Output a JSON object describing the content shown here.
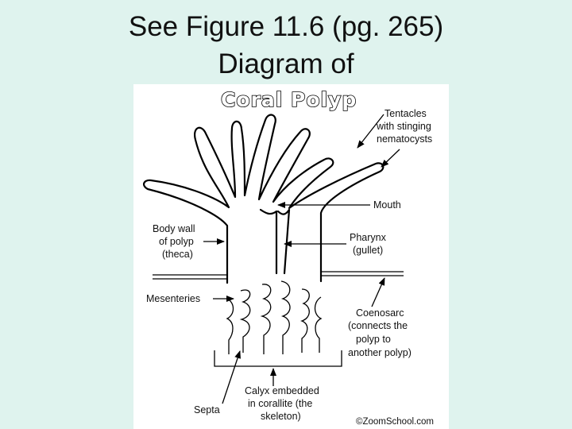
{
  "slide": {
    "title_line1": "See Figure 11.6 (pg. 265)",
    "title_line2": "Diagram of"
  },
  "diagram": {
    "heading": "Coral Polyp",
    "labels": {
      "tentacles": [
        "Tentacles",
        "with stinging",
        "nematocysts"
      ],
      "mouth": [
        "Mouth"
      ],
      "body_wall": [
        "Body wall",
        "of polyp",
        "(theca)"
      ],
      "pharynx": [
        "Pharynx",
        "(gullet)"
      ],
      "mesenteries": [
        "Mesenteries"
      ],
      "coenosarc": [
        "Coenosarc",
        "(connects the",
        "polyp to",
        "another polyp)"
      ],
      "calyx": [
        "Calyx embedded",
        "in corallite (the",
        "skeleton)"
      ],
      "septa": [
        "Septa"
      ]
    },
    "credit": "©ZoomSchool.com"
  }
}
